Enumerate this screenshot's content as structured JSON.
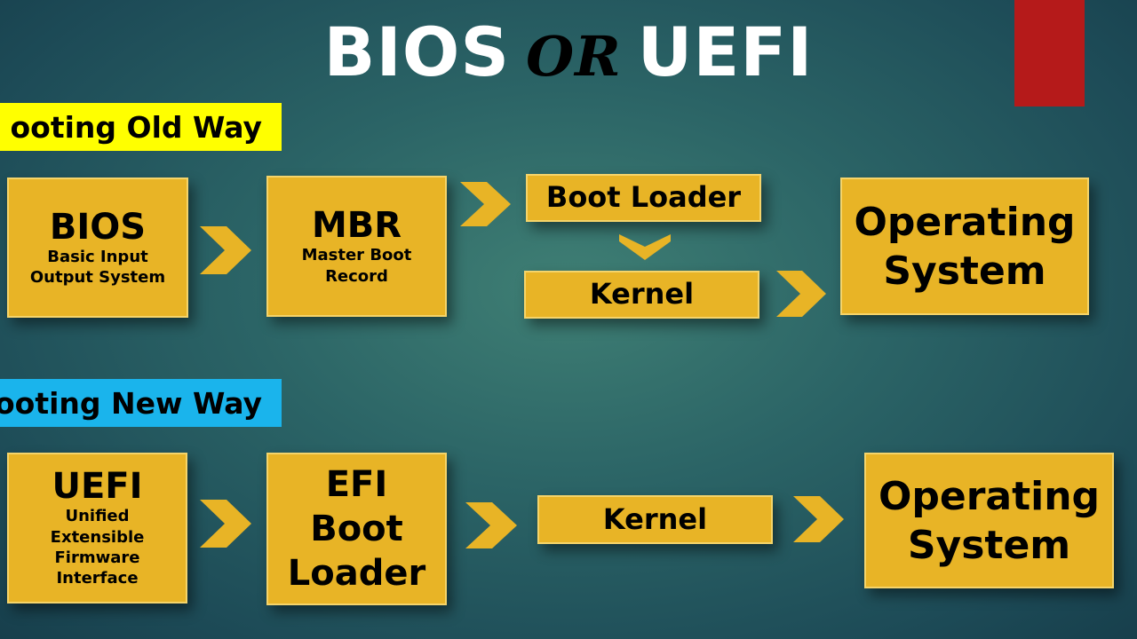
{
  "title": {
    "left": "BIOS",
    "or": "OR",
    "right": "UEFI"
  },
  "old_way": {
    "label": "ooting Old Way",
    "bios": {
      "title": "BIOS",
      "sub1": "Basic Input",
      "sub2": "Output System"
    },
    "mbr": {
      "title": "MBR",
      "sub1": "Master Boot",
      "sub2": "Record"
    },
    "boot_loader": "Boot Loader",
    "kernel": "Kernel",
    "os1": "Operating",
    "os2": "System"
  },
  "new_way": {
    "label": "ooting New Way",
    "uefi": {
      "title": "UEFI",
      "sub1": "Unified",
      "sub2": "Extensible",
      "sub3": "Firmware",
      "sub4": "Interface"
    },
    "efi": {
      "l1": "EFI",
      "l2": "Boot",
      "l3": "Loader"
    },
    "kernel": "Kernel",
    "os1": "Operating",
    "os2": "System"
  },
  "colors": {
    "box": "#e8b426",
    "old_label": "#ffff00",
    "new_label": "#1ab4ec",
    "accent_red": "#b51a1a"
  }
}
